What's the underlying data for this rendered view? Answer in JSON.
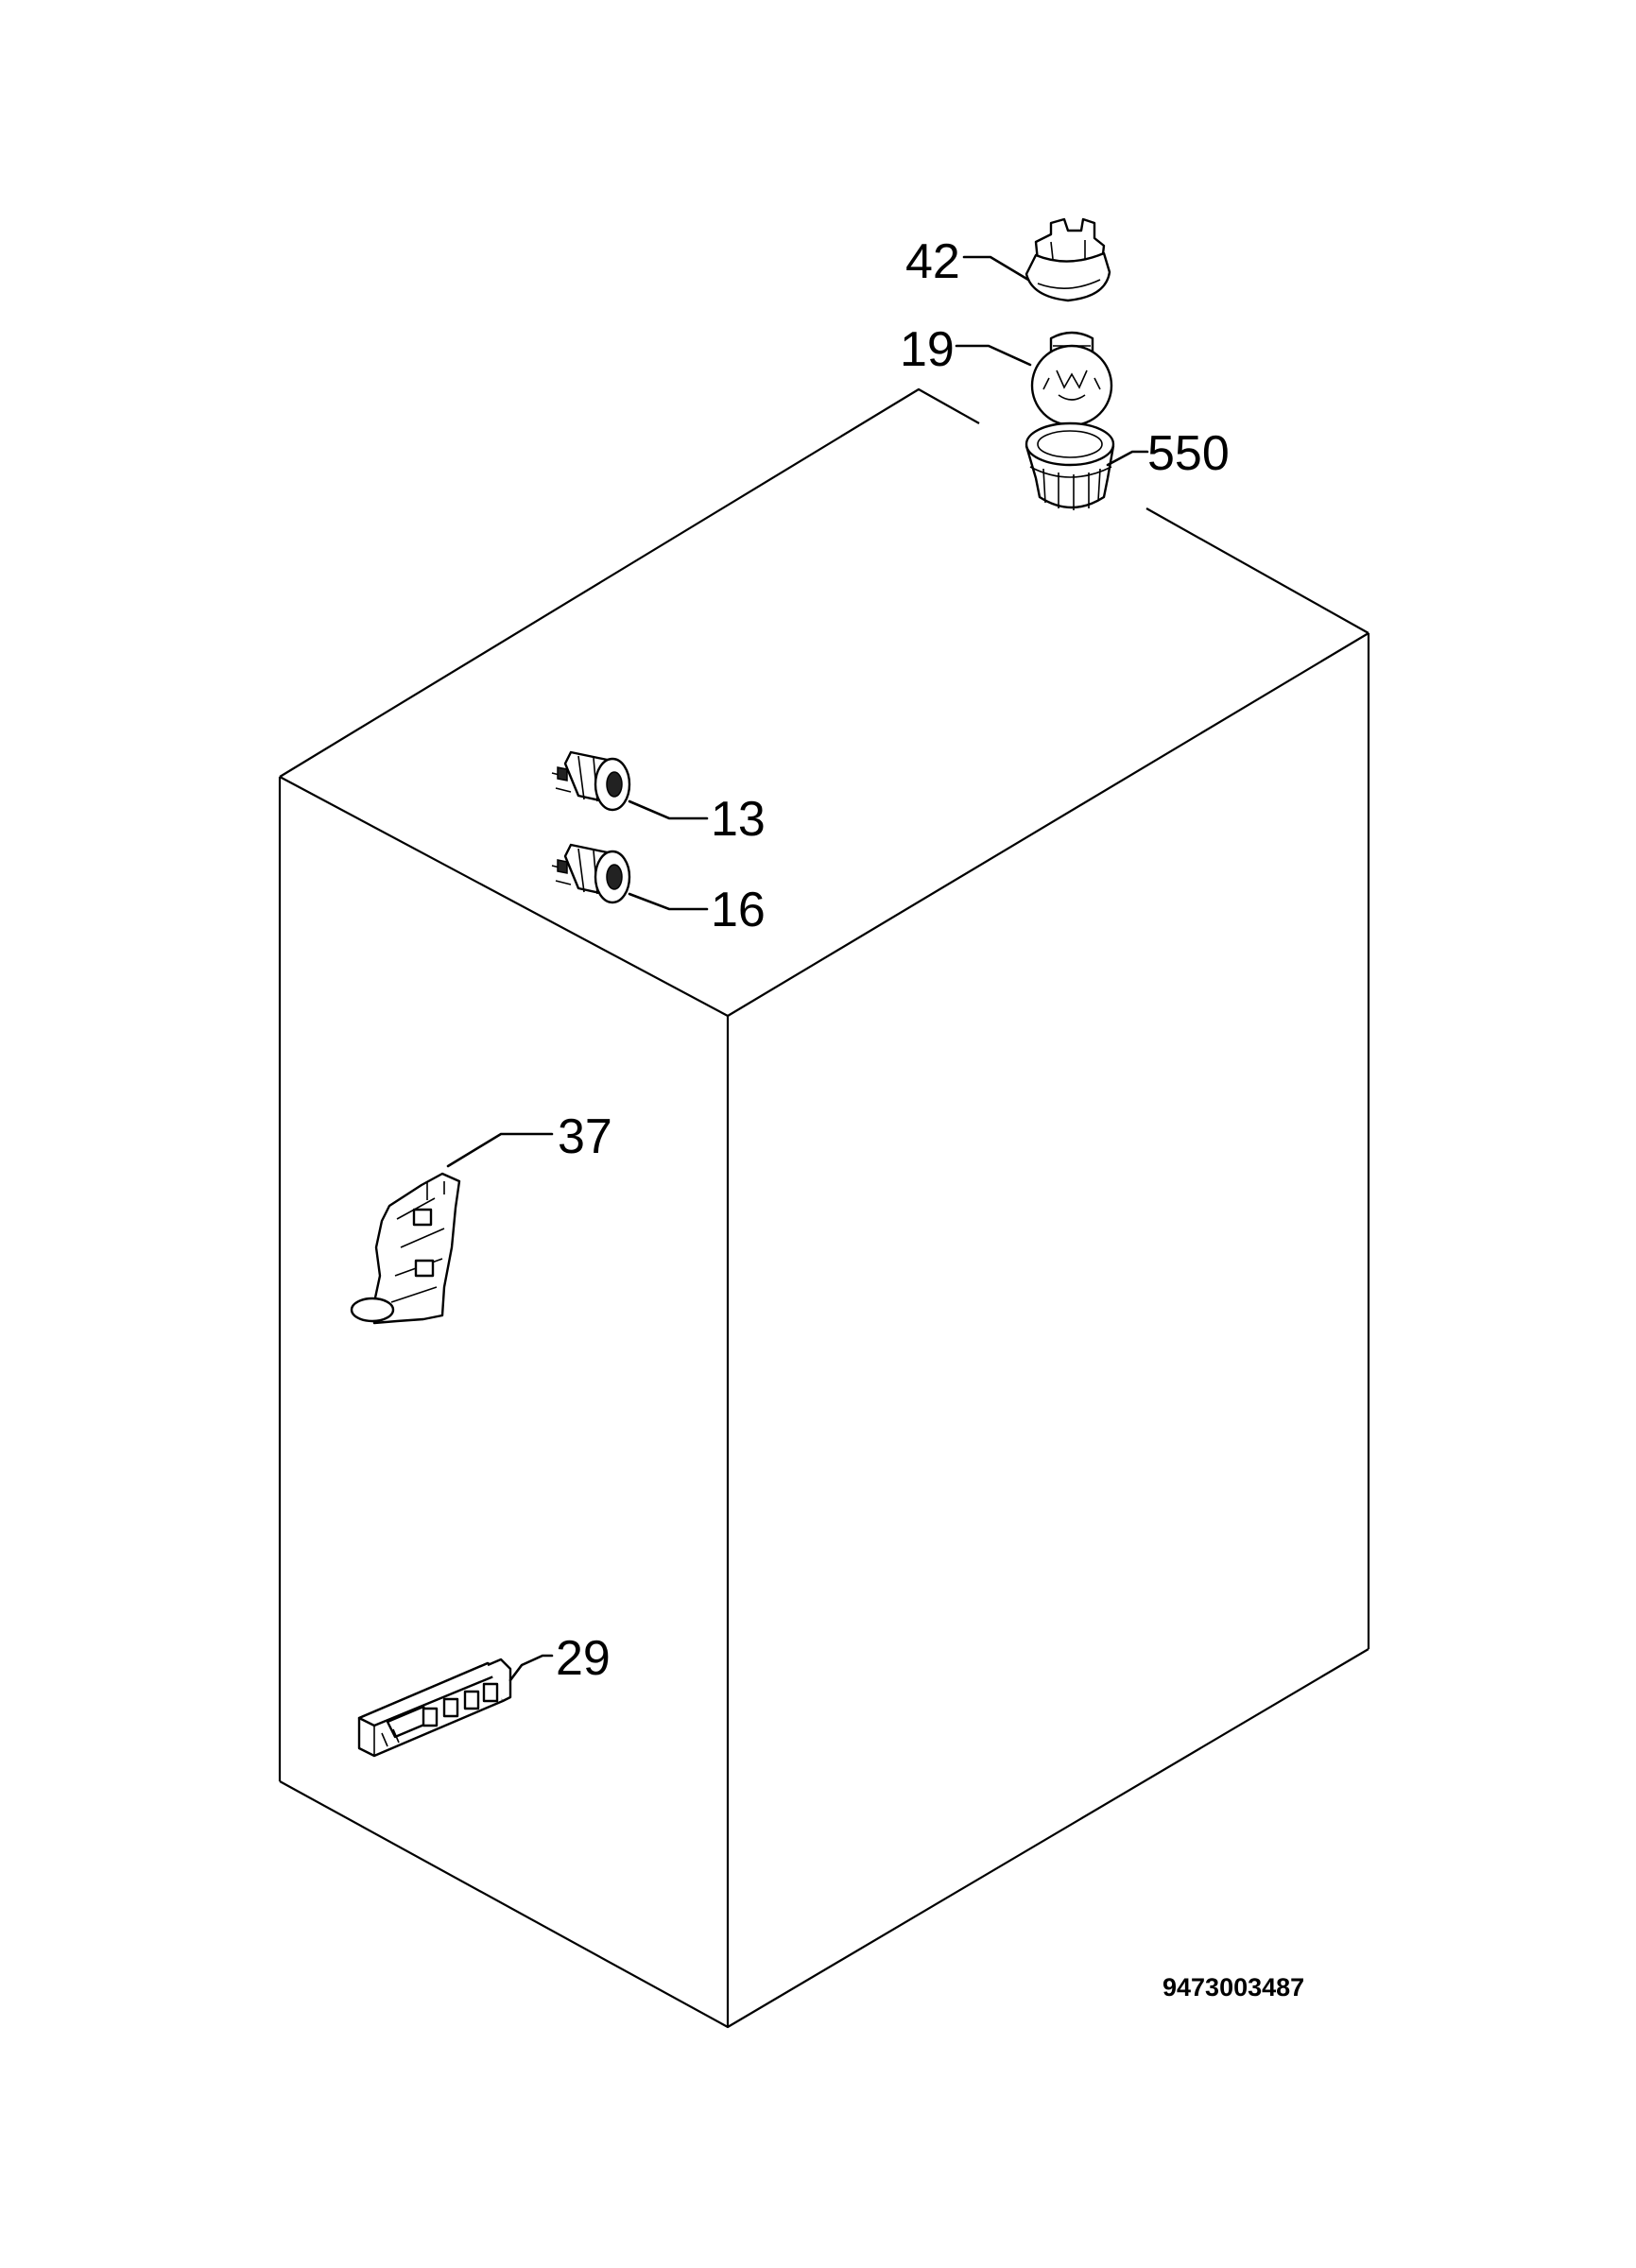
{
  "parts": [
    {
      "id": "42",
      "name": "lamp-holder"
    },
    {
      "id": "19",
      "name": "lamp-bulb"
    },
    {
      "id": "550",
      "name": "lamp-cover"
    },
    {
      "id": "13",
      "name": "indicator-lamp"
    },
    {
      "id": "16",
      "name": "indicator-lamp"
    },
    {
      "id": "37",
      "name": "terminal-block"
    },
    {
      "id": "29",
      "name": "ignition-generator"
    }
  ],
  "drawing_code": "9473003487"
}
